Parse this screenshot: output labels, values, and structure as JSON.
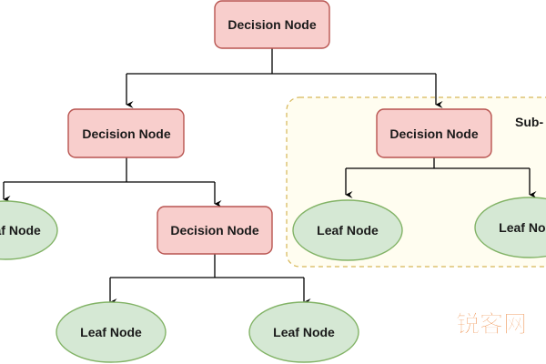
{
  "nodes": {
    "root": "Decision Node",
    "left_decision": "Decision Node",
    "right_decision": "Decision Node",
    "left_leaf": "Leaf Node",
    "mid_decision": "Decision Node",
    "sub_leaf_left": "Leaf Node",
    "sub_leaf_right": "Leaf Node",
    "bottom_leaf_left": "Leaf Node",
    "bottom_leaf_right": "Leaf Node"
  },
  "subtree_label": "Sub-",
  "watermark": "锐客网",
  "colors": {
    "decision_fill": "#f8cecc",
    "decision_stroke": "#b85450",
    "leaf_fill": "#d5e8d4",
    "leaf_stroke": "#82b366",
    "subtree_fill": "#fffdf0",
    "subtree_stroke": "#d6b656"
  }
}
